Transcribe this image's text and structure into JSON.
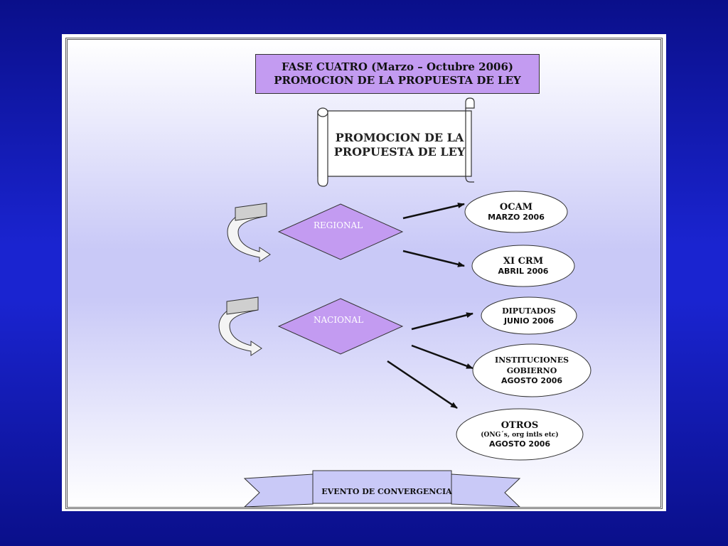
{
  "title": {
    "line1": "FASE CUATRO (Marzo – Octubre 2006)",
    "line2": "PROMOCION DE LA PROPUESTA DE LEY"
  },
  "scroll": {
    "line1": "PROMOCION DE LA",
    "line2": "PROPUESTA DE LEY"
  },
  "diamonds": {
    "regional": "REGIONAL",
    "nacional": "NACIONAL"
  },
  "ovals": {
    "ocam": {
      "main": "OCAM",
      "sub": "MARZO 2006"
    },
    "xicrm": {
      "main": "XI CRM",
      "sub": "ABRIL 2006"
    },
    "diputados": {
      "main": "DIPUTADOS",
      "sub": "JUNIO 2006"
    },
    "instituciones": {
      "main1": "INSTITUCIONES",
      "main2": "GOBIERNO",
      "sub": "AGOSTO 2006"
    },
    "otros": {
      "main": "OTROS",
      "note": "(ONG´s, org intls etc)",
      "sub": "AGOSTO 2006"
    }
  },
  "banner": "EVENTO DE CONVERGENCIA",
  "colors": {
    "purple_fill": "#c39bf1",
    "background_blue": "#1a24d0"
  }
}
